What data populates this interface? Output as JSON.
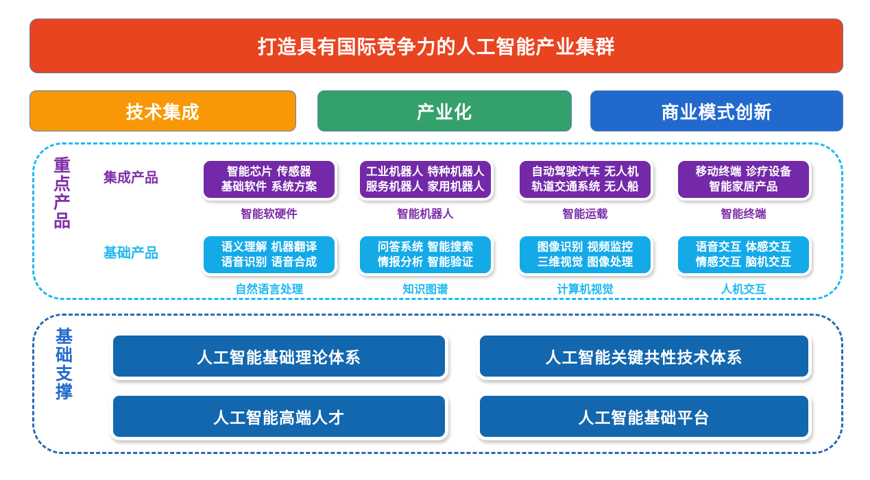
{
  "title": {
    "text": "打造具有国际竞争力的人工智能产业集群",
    "bg_color": "#e8441f"
  },
  "pillars": [
    {
      "label": "技术集成",
      "color": "#f99806"
    },
    {
      "label": "产业化",
      "color": "#34a06a"
    },
    {
      "label": "商业模式创新",
      "color": "#2269cd"
    }
  ],
  "focus_section": {
    "side_label": "重点产品",
    "side_label_color": "#7e2fa8",
    "border_color": "#1eb9f0",
    "rows": [
      {
        "row_label": "集成产品",
        "row_label_color": "#7e2fa8",
        "chip_color": "#7329a8",
        "caption_color": "#7e2fa8",
        "cells": [
          {
            "lines": [
              "智能芯片 传感器",
              "基础软件 系统方案"
            ],
            "caption": "智能软硬件"
          },
          {
            "lines": [
              "工业机器人 特种机器人",
              "服务机器人 家用机器人"
            ],
            "caption": "智能机器人"
          },
          {
            "lines": [
              "自动驾驶汽车 无人机",
              "轨道交通系统 无人船"
            ],
            "caption": "智能运载"
          },
          {
            "lines": [
              "移动终端 诊疗设备",
              "智能家居产品"
            ],
            "caption": "智能终端"
          }
        ]
      },
      {
        "row_label": "基础产品",
        "row_label_color": "#1eb9f0",
        "chip_color": "#14aae8",
        "caption_color": "#1eb9f0",
        "cells": [
          {
            "lines": [
              "语义理解 机器翻译",
              "语音识别 语音合成"
            ],
            "caption": "自然语言处理"
          },
          {
            "lines": [
              "问答系统 智能搜索",
              "情报分析 智能验证"
            ],
            "caption": "知识图谱"
          },
          {
            "lines": [
              "图像识别 视频监控",
              "三维视觉 图像处理"
            ],
            "caption": "计算机视觉"
          },
          {
            "lines": [
              "语音交互 体感交互",
              "情感交互 脑机交互"
            ],
            "caption": "人机交互"
          }
        ]
      }
    ]
  },
  "support_section": {
    "side_label": "基础支撑",
    "side_label_color": "#2269cd",
    "border_color": "#2a69b0",
    "box_color": "#1267ae",
    "boxes": [
      {
        "label": "人工智能基础理论体系"
      },
      {
        "label": "人工智能关键共性技术体系"
      },
      {
        "label": "人工智能高端人才"
      },
      {
        "label": "人工智能基础平台"
      }
    ]
  }
}
